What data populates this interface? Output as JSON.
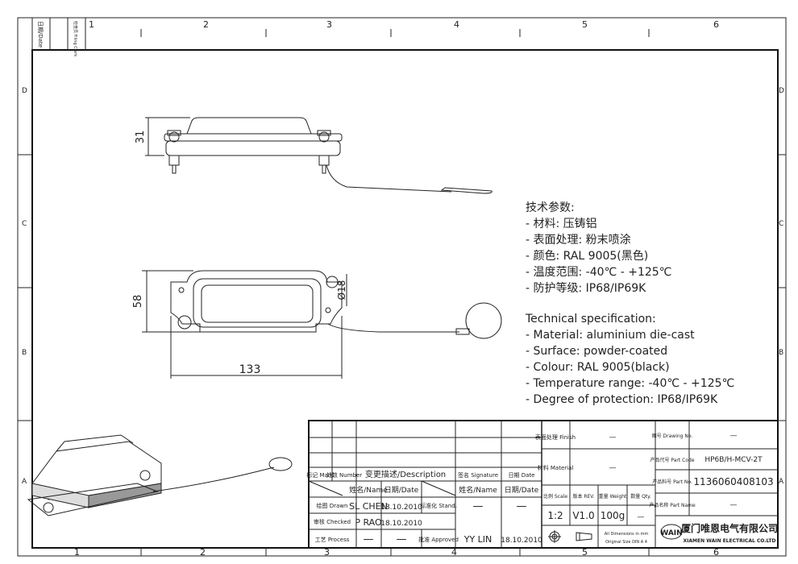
{
  "frame": {
    "columns": [
      "1",
      "2",
      "3",
      "4",
      "5",
      "6"
    ],
    "rows": [
      "D",
      "C",
      "B",
      "A"
    ],
    "corner_labels": [
      "日期/Date",
      "检查员 Filing Clerk"
    ]
  },
  "dimensions": {
    "height_side": "31",
    "height_plan": "58",
    "length": "133",
    "ring_diameter": "Ø18"
  },
  "spec_cn": {
    "title": "技术参数:",
    "lines": [
      "- 材料: 压铸铝",
      "- 表面处理: 粉末喷涂",
      "- 颜色: RAL 9005(黑色)",
      "- 温度范围: -40℃ - +125℃",
      "- 防护等级: IP68/IP69K"
    ]
  },
  "spec_en": {
    "title": "Technical specification:",
    "lines": [
      "- Material: aluminium die-cast",
      "- Surface: powder-coated",
      "- Colour: RAL 9005(black)",
      "- Temperature range: -40℃ - +125℃",
      "- Degree of protection: IP68/IP69K"
    ]
  },
  "title_block": {
    "hdr": {
      "mark": "标记 Mark",
      "number": "处数 Number",
      "description": "变更描述/Description",
      "signature": "签名 Signature",
      "date": "日期 Date"
    },
    "sub": {
      "name": "姓名/Name",
      "date": "日期/Date",
      "name2": "姓名/Name",
      "date2": "日期/Date"
    },
    "drawn": {
      "label": "绘图 Drawn",
      "name": "SL CHEN",
      "date": "18.10.2010"
    },
    "checked": {
      "label": "审核 Checked",
      "name": "P RAO",
      "date": "18.10.2010"
    },
    "process": {
      "label": "工艺 Process",
      "name": "—",
      "date": "—"
    },
    "stand": {
      "label": "标准化 Stand.",
      "name": "—",
      "date": "—"
    },
    "approved": {
      "label": "批准 Approved",
      "name": "YY LIN",
      "date": "18.10.2010"
    },
    "finish": {
      "label": "表面处理 Finish",
      "value": "—"
    },
    "material": {
      "label": "材料 Material",
      "value": "—"
    },
    "scale": {
      "label": "比例 Scale",
      "value": "1:2"
    },
    "rev": {
      "label": "版本 REV.",
      "value": "V1.0"
    },
    "weight": {
      "label": "重量 Weight",
      "value": "100g"
    },
    "qty": {
      "label": "数量 Qty.",
      "value": "—"
    },
    "note1": "All Dimensions in mm",
    "note2": "Original Size DIN A 4",
    "drawing_no": {
      "label": "图号 Drawing No.",
      "value": "—"
    },
    "part_code": {
      "label": "产品代号 Part Code",
      "value": "HP6B/H-MCV-2T"
    },
    "part_no": {
      "label": "产品料号 Part No.",
      "value": "1136060408103"
    },
    "part_name": {
      "label": "产品名称 Part Name",
      "value": "—"
    },
    "logo": "WAIN",
    "company_cn": "厦门唯恩电气有限公司",
    "company_en": "XIAMEN WAIN ELECTRICAL CO.LTD"
  }
}
